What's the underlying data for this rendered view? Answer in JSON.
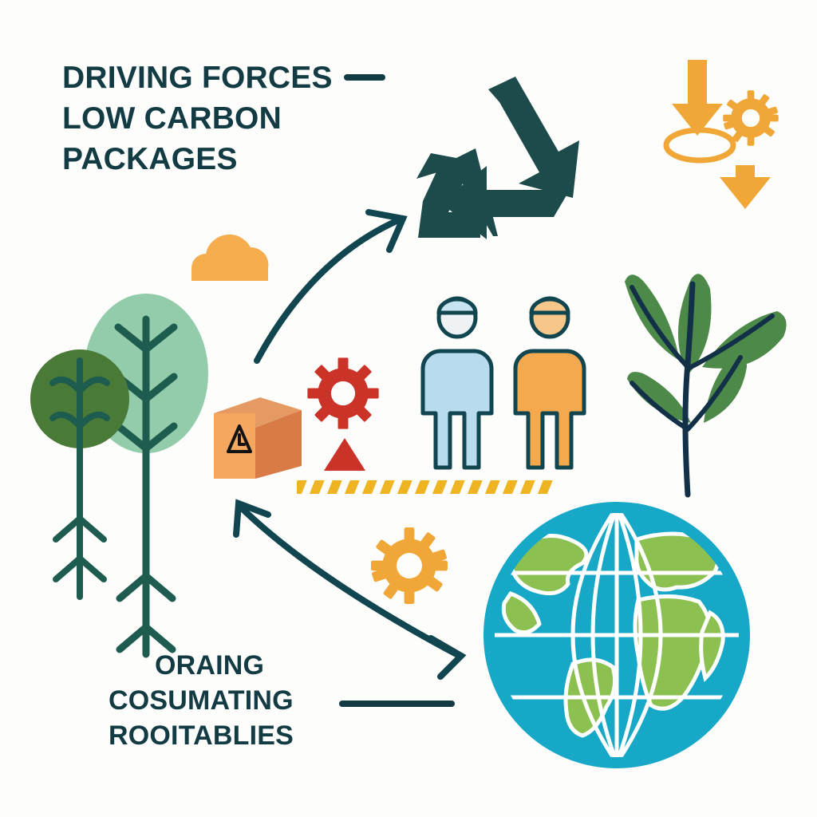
{
  "poster": {
    "background_color": "#fdfdfc",
    "heading": {
      "line1": "DRIVING FORCES",
      "line2": "LOW CARBON",
      "line3": "PACKAGES",
      "color": "#133b44"
    },
    "caption": {
      "line1": "ORAING",
      "line2": "COSUMATING",
      "line3": "ROOITABLIES",
      "color": "#133b44"
    }
  },
  "palette": {
    "dark_teal": "#1d4a4a",
    "heading_teal": "#133b44",
    "arrow_teal": "#11454f",
    "globe_blue": "#17a8c8",
    "globe_land_green": "#8cc152",
    "plant_green": "#4d8a4a",
    "plant_stem": "#123047",
    "tree_dark_green": "#4a7a37",
    "tree_light_green": "#93ccaa",
    "tree_trunk": "#1d5c4f",
    "box_orange": "#f5a760",
    "box_top": "#e59a64",
    "box_side": "#d97b46",
    "person_blue": "#b8dced",
    "person_orange": "#f5a94e",
    "accent_orange": "#f0a738",
    "accent_yellow": "#efb421",
    "accent_red": "#cc3328",
    "cloud_orange": "#f6ad4d",
    "white": "#ffffff"
  },
  "icons": [
    {
      "name": "recycle-symbol",
      "label": "Recycling triangle of arrows",
      "color": "#1d4a4a"
    },
    {
      "name": "down-arrow-top",
      "label": "Downward arrow",
      "color": "#f0a738"
    },
    {
      "name": "down-arrow-lower",
      "label": "Downward arrow",
      "color": "#f0a738"
    },
    {
      "name": "ellipse-outline",
      "label": "Ellipse outline",
      "color": "#f0a738"
    },
    {
      "name": "gear-orange-top",
      "label": "Gear wheel",
      "color": "#f0a738",
      "teeth": 10
    },
    {
      "name": "gear-orange-center",
      "label": "Gear wheel",
      "color": "#f0a738",
      "teeth": 10
    },
    {
      "name": "gear-red",
      "label": "Gear wheel",
      "color": "#cc3328",
      "teeth": 8
    },
    {
      "name": "warning-triangle-red",
      "label": "Solid warning triangle",
      "color": "#cc3328"
    },
    {
      "name": "cloud",
      "label": "Cloud",
      "color": "#f6ad4d"
    },
    {
      "name": "cardboard-box",
      "label": "Shipping carton with fragile label",
      "color": "#f5a760"
    },
    {
      "name": "fragile-badge",
      "label": "Rounded triangle warning badge",
      "color": "#111111"
    },
    {
      "name": "worker-blue",
      "label": "Standing worker with cap",
      "color": "#b8dced"
    },
    {
      "name": "worker-orange",
      "label": "Standing worker with cap",
      "color": "#f5a94e"
    },
    {
      "name": "hazard-stripe-barrier",
      "label": "Diagonal hazard stripe barrier",
      "color": "#efb421"
    },
    {
      "name": "globe",
      "label": "Earth globe with grid and continents",
      "color": "#17a8c8"
    },
    {
      "name": "plant-sprig",
      "label": "Leafy plant sprig",
      "color": "#4d8a4a",
      "leaf_count": 5
    },
    {
      "name": "tree-small-dark",
      "label": "Round canopy tree",
      "color": "#4a7a37"
    },
    {
      "name": "tree-tall-light",
      "label": "Oval canopy tree",
      "color": "#93ccaa"
    },
    {
      "name": "curved-arrow-to-recycle",
      "label": "Curved arrow from box to recycling symbol",
      "color": "#11454f"
    },
    {
      "name": "curved-arrow-box-globe",
      "label": "Double-headed curved arrow between box and globe",
      "color": "#11454f"
    },
    {
      "name": "caption-rule",
      "label": "Horizontal rule beside caption",
      "color": "#133b44"
    }
  ]
}
